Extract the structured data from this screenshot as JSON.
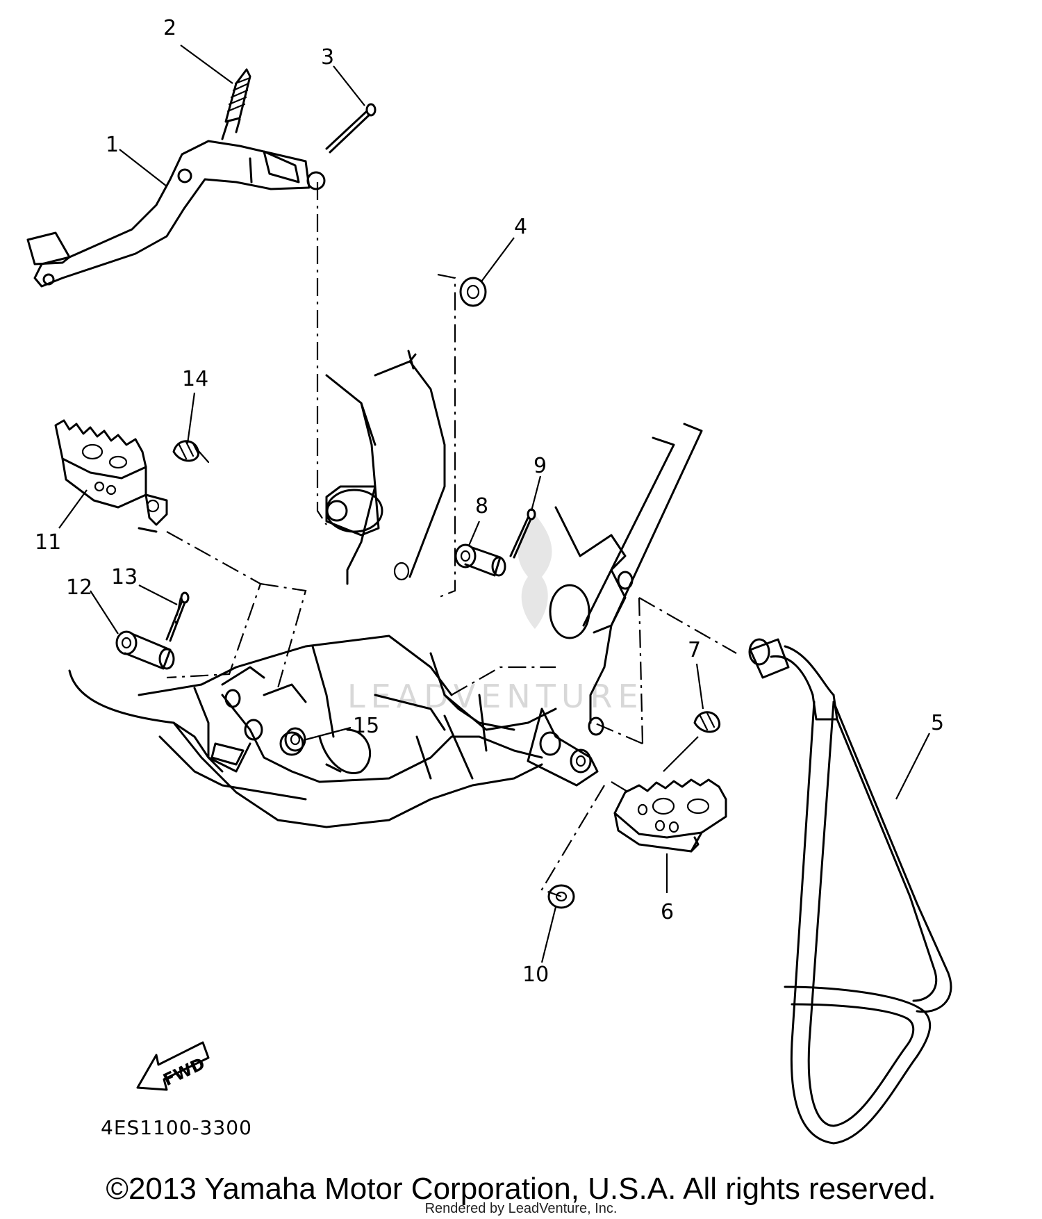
{
  "diagram": {
    "callouts": [
      "1",
      "2",
      "3",
      "4",
      "5",
      "6",
      "7",
      "8",
      "9",
      "10",
      "11",
      "12",
      "13",
      "14",
      "15"
    ],
    "fwd_label": "FWD",
    "part_number": "4ES1100-3300",
    "watermark": "LEADVENTURE"
  },
  "footer": {
    "copyright": "©2013 Yamaha Motor Corporation, U.S.A. All rights reserved.",
    "rendered_by": "Rendered by LeadVenture, Inc."
  }
}
